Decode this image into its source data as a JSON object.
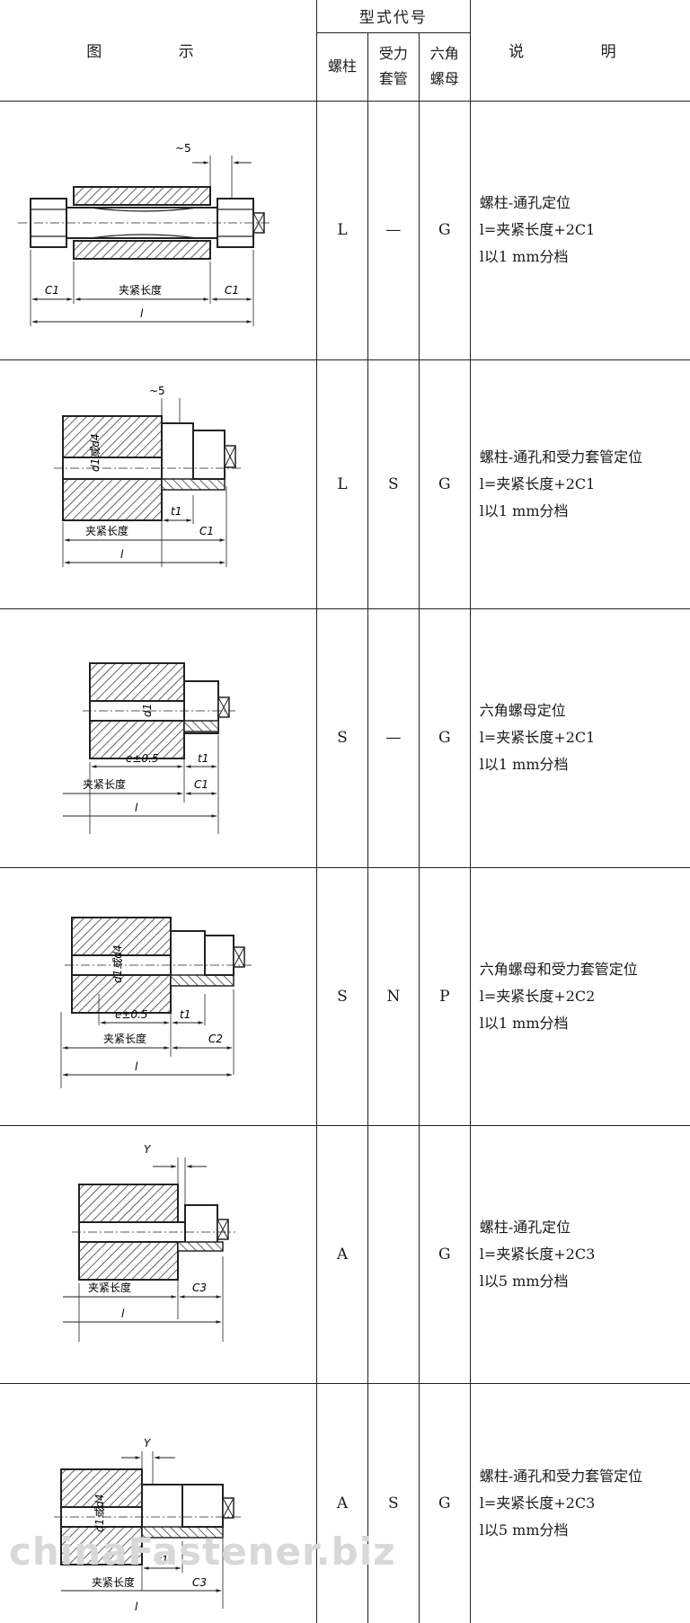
{
  "header": {
    "figure": "图 示",
    "type_code": "型式代号",
    "col_stud": "螺柱",
    "col_sleeve": [
      "受力",
      "套管"
    ],
    "col_nut": [
      "六角",
      "螺母"
    ],
    "description": "说 明"
  },
  "rows": [
    {
      "stud": "L",
      "sleeve": "—",
      "nut": "G",
      "desc": [
        "螺柱-通孔定位",
        "l=夹紧长度+2C1",
        "l以1 mm分档"
      ],
      "labels": {
        "approx": "~5",
        "c_left": "C1",
        "clamp": "夹紧长度",
        "c_right": "C1",
        "l": "l"
      }
    },
    {
      "stud": "L",
      "sleeve": "S",
      "nut": "G",
      "desc": [
        "螺柱-通孔和受力套管定位",
        "l=夹紧长度+2C1",
        "l以1 mm分档"
      ],
      "labels": {
        "approx": "~5",
        "d": "d1或d4",
        "t": "t1",
        "clamp": "夹紧长度",
        "c": "C1",
        "l": "l"
      }
    },
    {
      "stud": "S",
      "sleeve": "—",
      "nut": "G",
      "desc": [
        "六角螺母定位",
        "l=夹紧长度+2C1",
        "l以1 mm分档"
      ],
      "labels": {
        "d": "d1",
        "e": "e±0.5",
        "t": "t1",
        "clamp": "夹紧长度",
        "c": "C1",
        "l": "l"
      }
    },
    {
      "stud": "S",
      "sleeve": "N",
      "nut": "P",
      "desc": [
        "六角螺母和受力套管定位",
        "l=夹紧长度+2C2",
        "l以1 mm分档"
      ],
      "labels": {
        "d": "d1或d4",
        "e": "e±0.5",
        "t": "t1",
        "clamp": "夹紧长度",
        "c": "C2",
        "l": "l"
      }
    },
    {
      "stud": "A",
      "sleeve": "",
      "nut": "G",
      "desc": [
        "螺柱-通孔定位",
        "l=夹紧长度+2C3",
        "l以5 mm分档"
      ],
      "labels": {
        "y": "Y",
        "clamp": "夹紧长度",
        "c": "C3",
        "l": "l"
      }
    },
    {
      "stud": "A",
      "sleeve": "S",
      "nut": "G",
      "desc": [
        "螺柱-通孔和受力套管定位",
        "l=夹紧长度+2C3",
        "l以5 mm分档"
      ],
      "labels": {
        "y": "Y",
        "d": "d1或d4",
        "t": "t1",
        "clamp": "夹紧长度",
        "c": "C3",
        "l": "l"
      }
    }
  ],
  "watermark": "chinaFastener.biz"
}
